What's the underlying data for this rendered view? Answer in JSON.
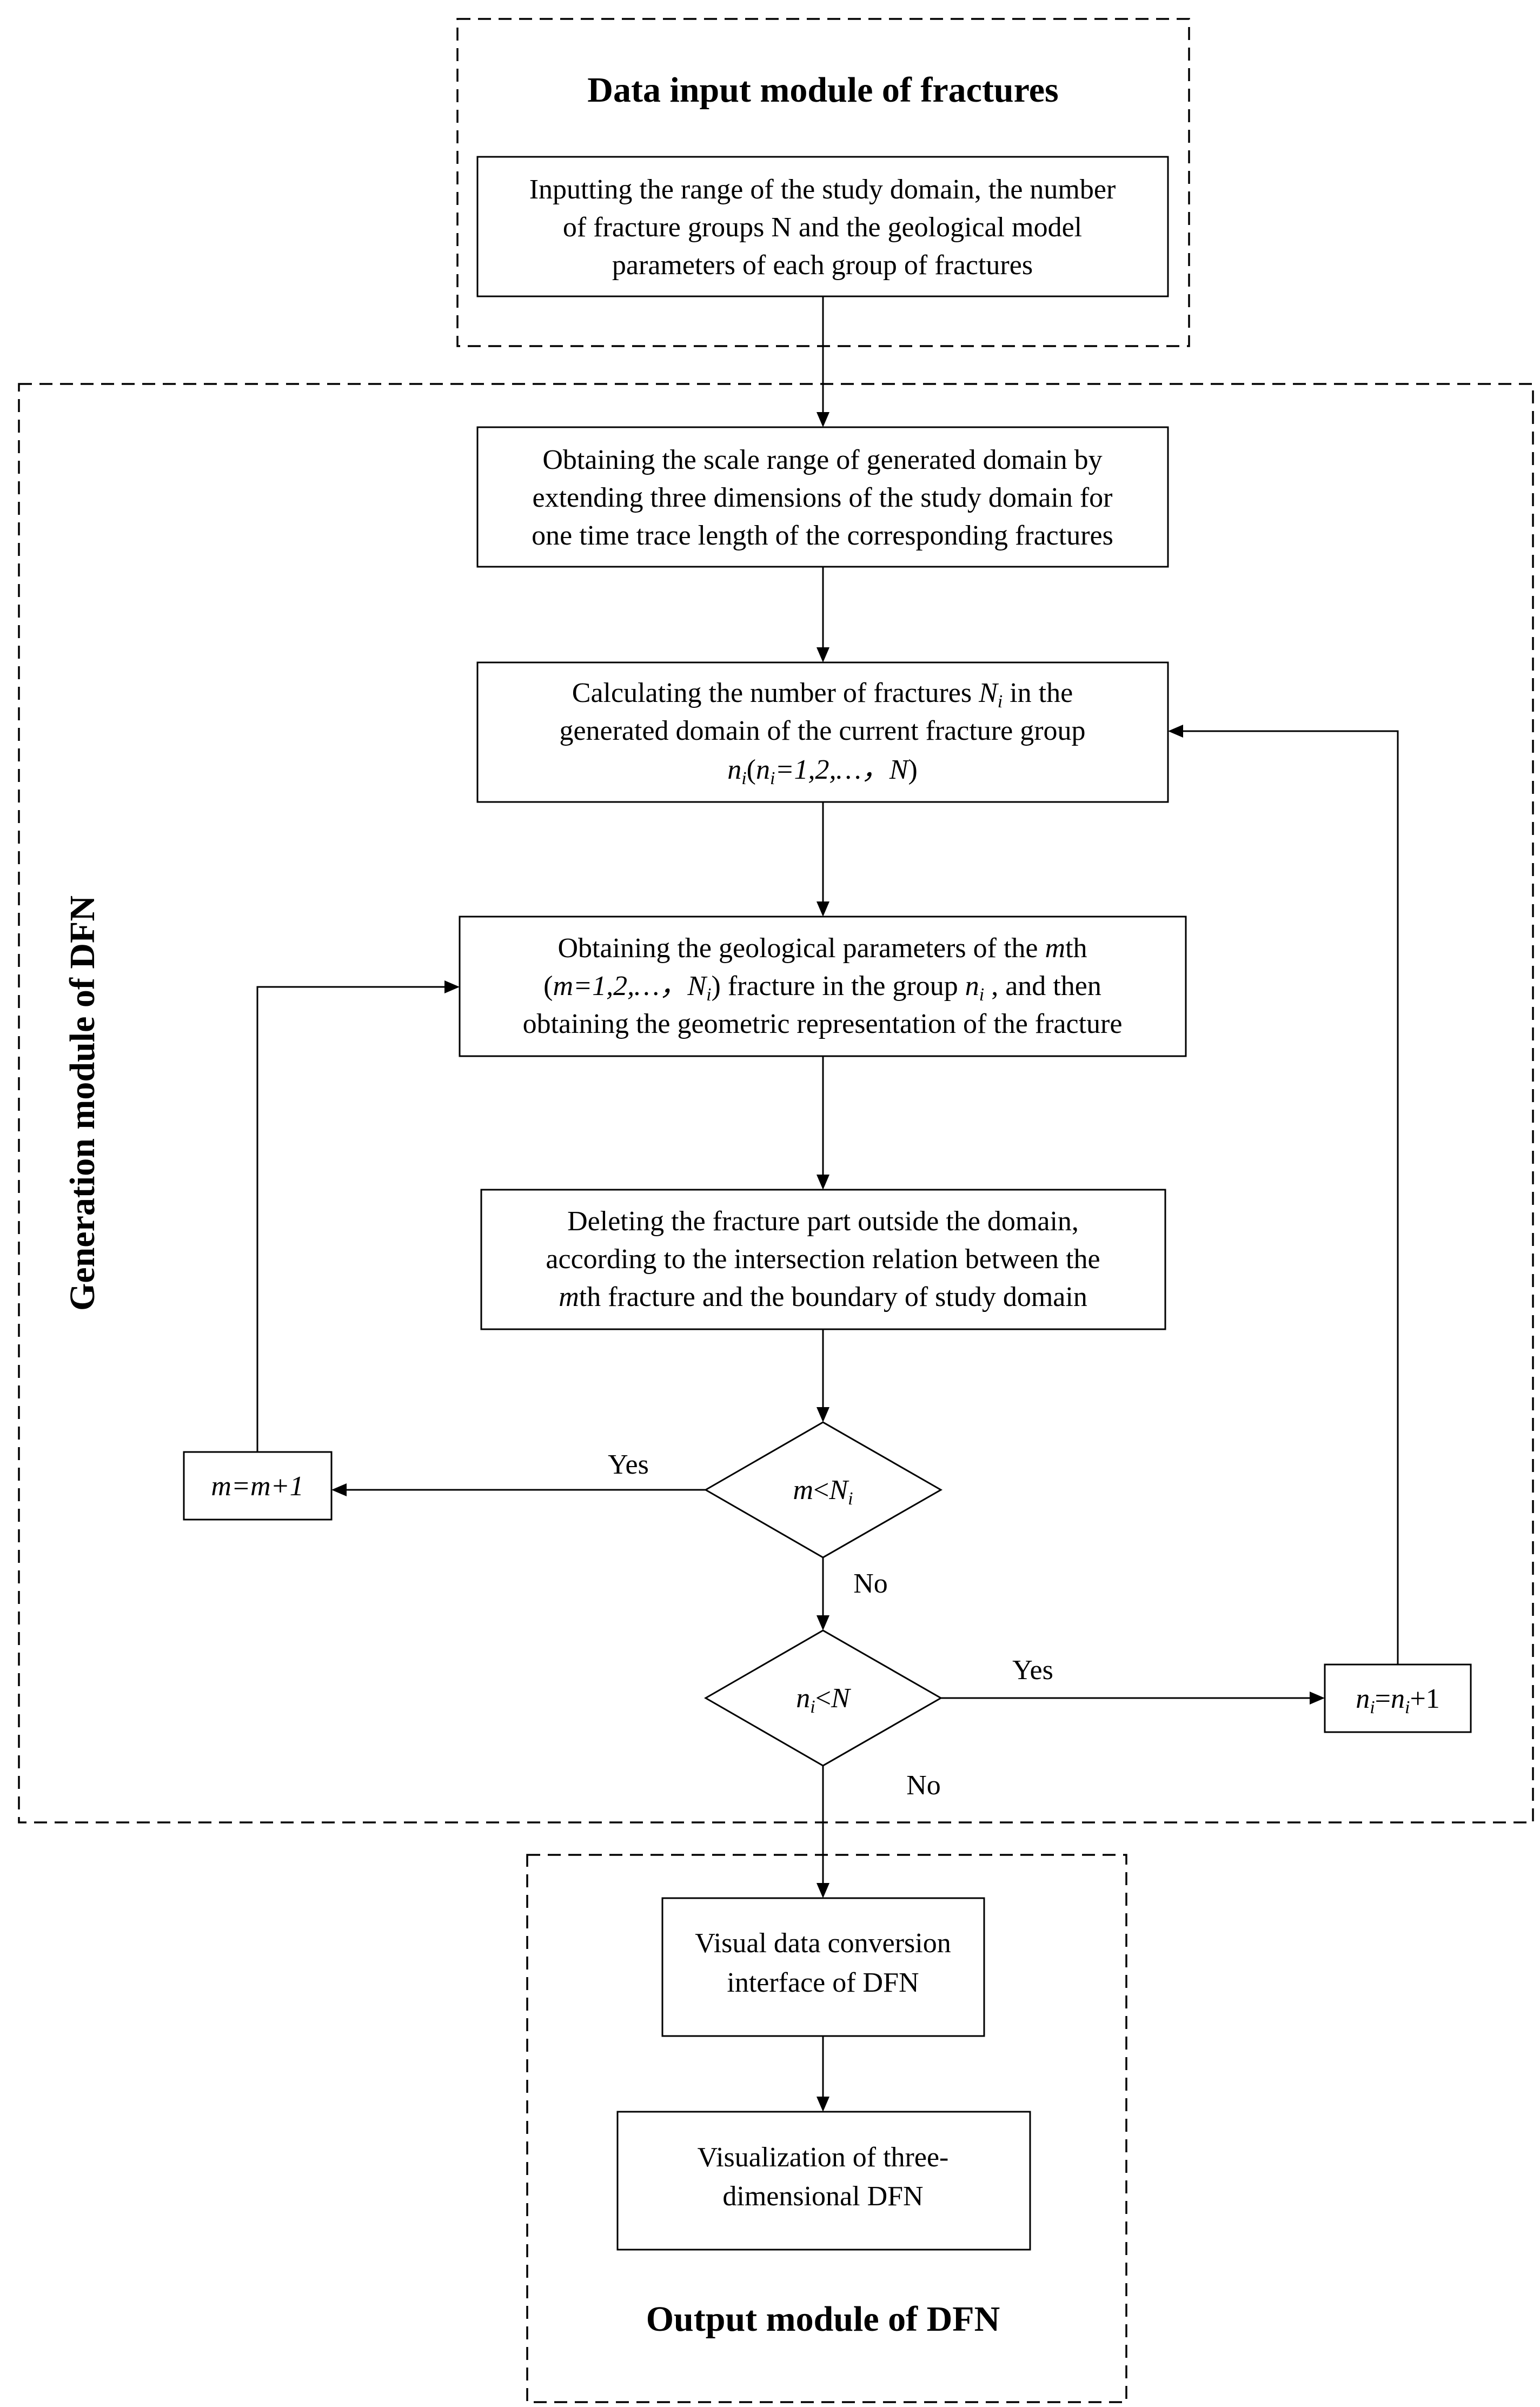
{
  "modules": {
    "input": "Data input module of fractures",
    "generation": "Generation module of DFN",
    "output": "Output module of DFN"
  },
  "steps": {
    "input": [
      "Inputting the range of the study domain, the number",
      "of fracture groups N and the geological model",
      "parameters of each group of fractures"
    ],
    "extend": [
      "Obtaining the scale range of generated domain  by",
      "extending three dimensions of the study domain for",
      "one time trace length of the corresponding fractures"
    ],
    "count": {
      "line1_prefix": "Calculating the number of fractures ",
      "line1_var": "N",
      "line1_sub": "i",
      "line1_suffix": " in the",
      "line2": "generated domain of the current fracture group",
      "line3_var": "n",
      "line3_sub": "i",
      "line3_open": "(",
      "line3_var2": "n",
      "line3_sub2": "i",
      "line3_range": "=1,2,…，",
      "line3_var3": "N",
      "line3_close": ")"
    },
    "params": {
      "line1_prefix": "Obtaining the geological parameters of the ",
      "line1_var": "m",
      "line1_suffix": "th",
      "line2_open": "(",
      "line2_var": "m",
      "line2_range": "=1,2,…，",
      "line2_var2": "N",
      "line2_sub2": "i",
      "line2_mid": ") fracture in the group ",
      "line2_var3": "n",
      "line2_sub3": "i",
      "line2_end": " , and then",
      "line3": "obtaining the geometric representation of the fracture"
    },
    "delete": {
      "line1": "Deleting the fracture part outside the domain,",
      "line2": "according to the intersection relation between the",
      "line3_var": "m",
      "line3_suffix": "th fracture and the boundary of study domain"
    },
    "convert": [
      "Visual data conversion",
      "interface of DFN"
    ],
    "visualize": [
      "Visualization of three-",
      "dimensional DFN"
    ]
  },
  "decisions": {
    "m_lt": {
      "var": "m",
      "op": "<",
      "var2": "N",
      "sub2": "i"
    },
    "n_lt": {
      "var": "n",
      "sub": "i",
      "op": "<",
      "var2": "N"
    }
  },
  "counters": {
    "m_inc": "m=m+1",
    "n_inc": {
      "var": "n",
      "sub": "i",
      "eq": "=",
      "var2": "n",
      "sub2": "i",
      "plus": "+1"
    }
  },
  "edges": {
    "yes_m": "Yes",
    "no_m": "No",
    "yes_n": "Yes",
    "no_n": "No"
  }
}
